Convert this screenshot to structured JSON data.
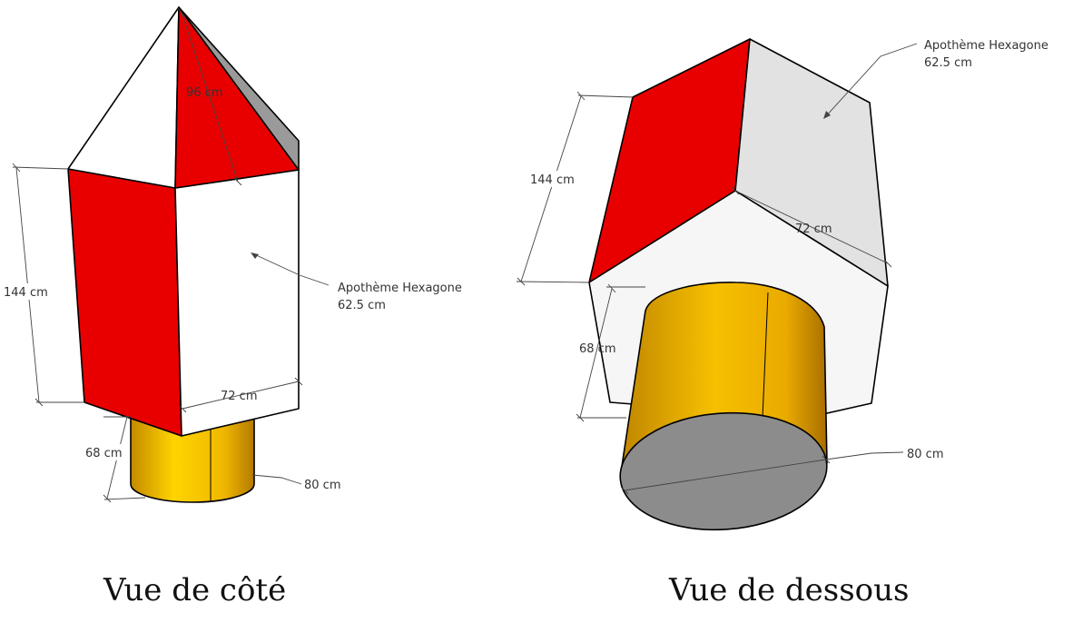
{
  "colors": {
    "red": "#e80000",
    "white": "#ffffff",
    "light_gray": "#e0e0e0",
    "shadow_gray": "#9a9a9a",
    "cylinder_yellow": "#f5c000",
    "cylinder_base": "#8c8c8c"
  },
  "side_view": {
    "caption": "Vue de côté",
    "dim_roof": "96 cm",
    "dim_height": "144 cm",
    "dim_width": "72 cm",
    "dim_cyl_height": "68 cm",
    "dim_cyl_diameter": "80 cm",
    "apothem_line1": "Apothème Hexagone",
    "apothem_line2": "62.5 cm"
  },
  "bottom_view": {
    "caption": "Vue de dessous",
    "dim_height": "144 cm",
    "dim_width": "72 cm",
    "dim_cyl_height": "68 cm",
    "dim_cyl_diameter": "80 cm",
    "apothem_line1": "Apothème Hexagone",
    "apothem_line2": "62.5 cm"
  }
}
